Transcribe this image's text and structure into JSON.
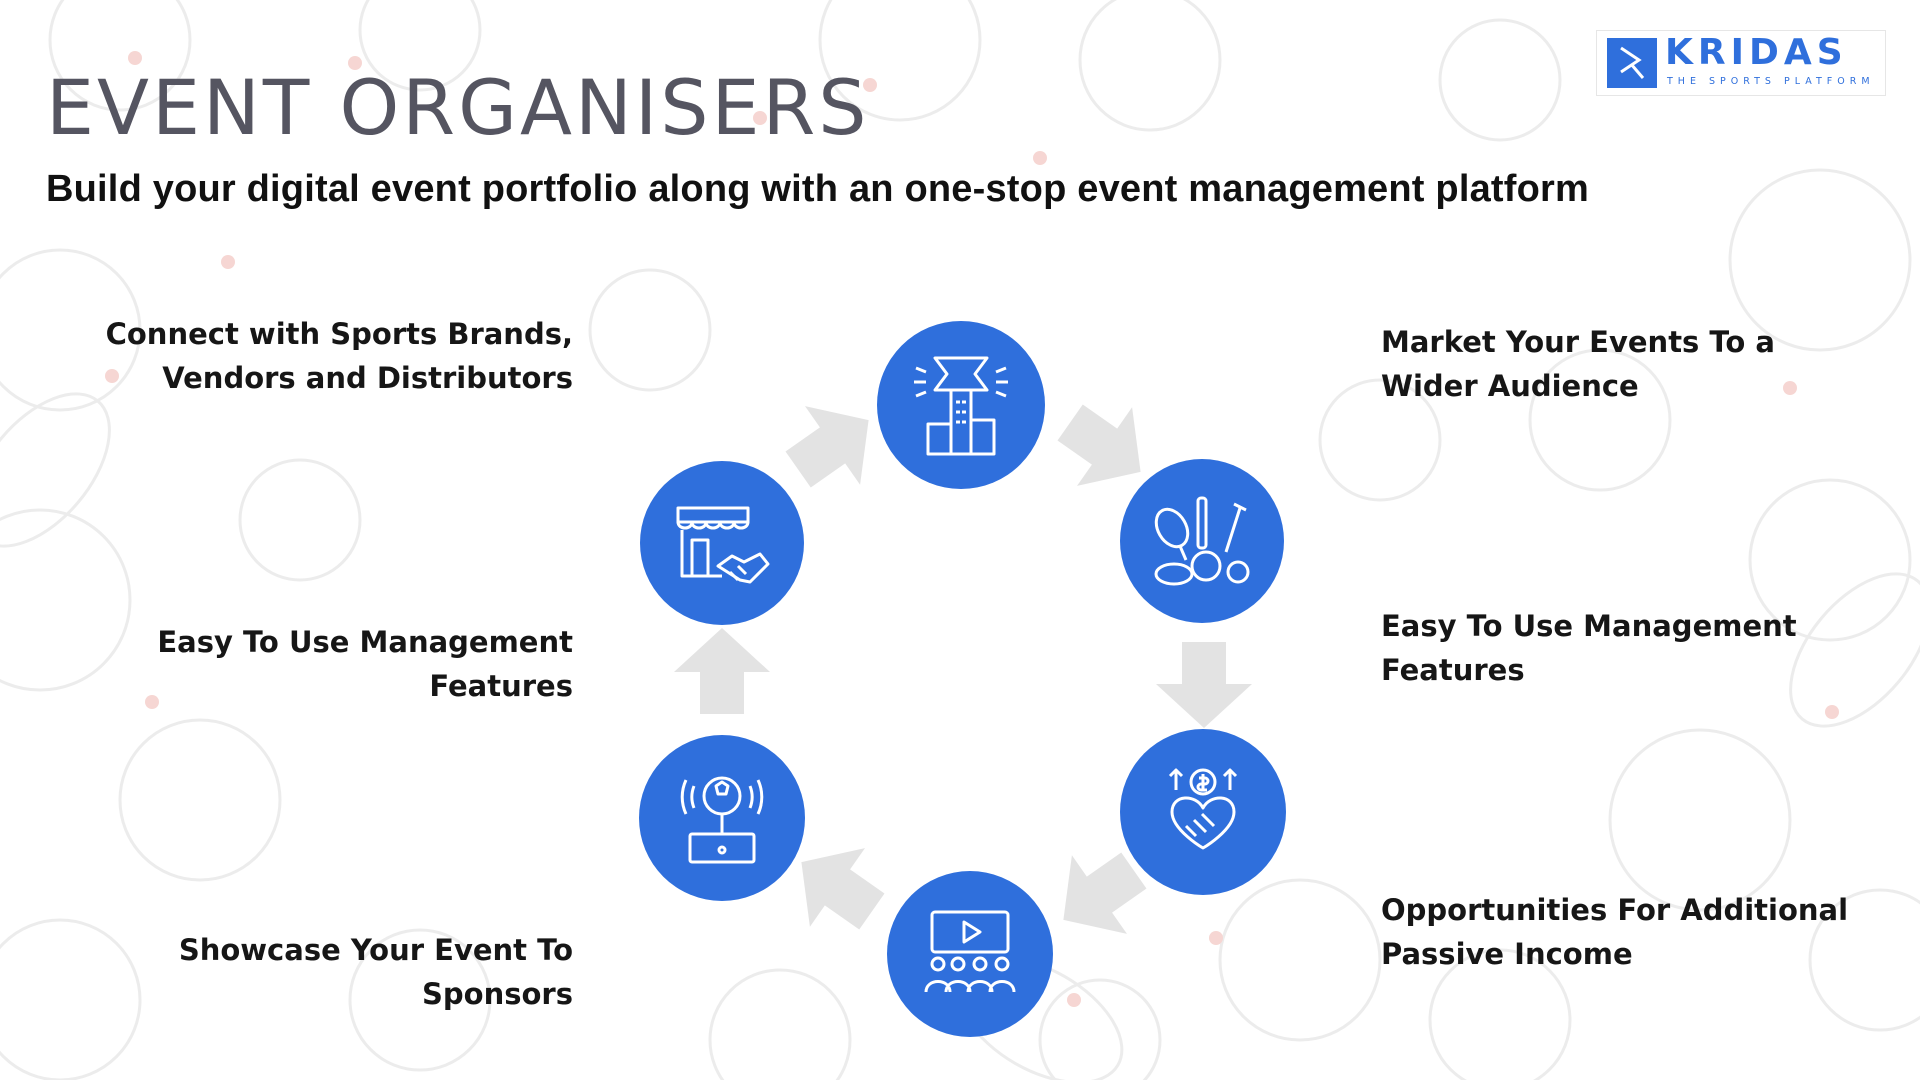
{
  "header": {
    "title": "EVENT ORGANISERS",
    "subtitle": "Build your digital event portfolio along with an one-stop event management platform"
  },
  "logo": {
    "name": "KRIDAS",
    "tagline": "THE SPORTS PLATFORM"
  },
  "features_left": [
    "Connect with Sports Brands,\nVendors and Distributors",
    "Easy To Use Management\nFeatures",
    "Showcase Your Event To\nSponsors"
  ],
  "features_right": [
    "Market Your Events To a\nWider Audience",
    "Easy To Use Management\nFeatures",
    "Opportunities For Additional\nPassive Income"
  ],
  "cycle_nodes": [
    {
      "icon": "stadium-icon"
    },
    {
      "icon": "sports-equipment-icon"
    },
    {
      "icon": "income-handshake-icon"
    },
    {
      "icon": "audience-screen-icon"
    },
    {
      "icon": "broadcast-monitor-icon"
    },
    {
      "icon": "store-handshake-icon"
    }
  ],
  "colors": {
    "accent": "#2f6fdc",
    "arrow": "#e3e3e3",
    "title": "#555561",
    "text": "#161616"
  }
}
